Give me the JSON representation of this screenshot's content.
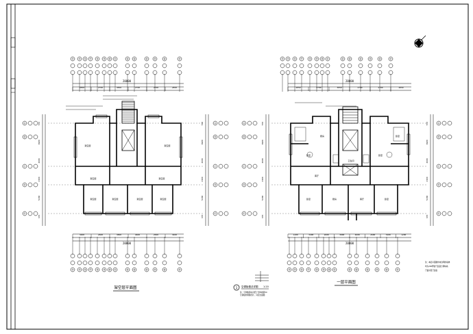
{
  "drawing": {
    "left_plan": {
      "title": "架空层平面图",
      "top_axes": [
        "⑭",
        "⑮",
        "⑯",
        "⑰",
        "⑱",
        "⑲",
        "⑳",
        "㉑",
        "㉒",
        "㉓",
        "㉔",
        "㉕",
        "㉖",
        "㉗"
      ],
      "bottom_axes": [
        "⑭",
        "⑮",
        "⑯",
        "⑰",
        "⑱",
        "⑲",
        "⑳",
        "㉑",
        "㉒",
        "㉓",
        "㉔",
        "㉕",
        "㉖",
        "㉗"
      ],
      "left_axes": [
        "Ⓐ",
        "Ⓑ",
        "Ⓒ",
        "Ⓓ",
        "Ⓔ"
      ],
      "right_axes": [
        "Ⓐ",
        "Ⓑ",
        "Ⓒ",
        "Ⓓ",
        "Ⓔ"
      ],
      "top_total_dim": "20800",
      "top_dims": [
        "2850",
        "2700",
        "3850",
        "2700",
        "2700",
        "2850"
      ],
      "bottom_total_dim": "20800",
      "bottom_dims": [
        "3400",
        "2600",
        "3800",
        "4600",
        "2600",
        "3400"
      ],
      "left_dims": [
        "570",
        "3900",
        "4600",
        "2300",
        "5200",
        "370"
      ],
      "right_dims": [
        "570",
        "3900",
        "4600",
        "2300",
        "5200",
        "370"
      ],
      "rooms": [
        "架空层",
        "架空层",
        "架空层",
        "架空层",
        "架空层",
        "架空层",
        "架空层",
        "架空层"
      ]
    },
    "right_plan": {
      "title": "一层平面图",
      "top_axes": [
        "⑭",
        "⑮",
        "⑯",
        "⑰",
        "⑱",
        "⑲",
        "⑳",
        "㉑",
        "㉒",
        "㉓",
        "㉔",
        "㉕",
        "㉖",
        "㉗"
      ],
      "bottom_axes": [
        "⑭",
        "⑮",
        "⑯",
        "⑰",
        "⑱",
        "⑲",
        "⑳",
        "㉑",
        "㉒",
        "㉓",
        "㉔",
        "㉕",
        "㉖",
        "㉗"
      ],
      "left_axes": [
        "Ⓐ",
        "Ⓑ",
        "Ⓒ",
        "Ⓓ",
        "Ⓔ"
      ],
      "right_axes": [
        "Ⓐ",
        "Ⓑ",
        "Ⓒ",
        "Ⓓ",
        "Ⓔ"
      ],
      "top_total_dim": "20800",
      "top_dims": [
        "2850",
        "2700",
        "3850",
        "2700",
        "2700",
        "2850"
      ],
      "bottom_total_dim": "20800",
      "bottom_dims": [
        "1200",
        "3400",
        "2600",
        "3800",
        "4600",
        "2600",
        "3400",
        "1200"
      ],
      "left_dims": [
        "570",
        "3900",
        "4600",
        "2300",
        "5200",
        "370"
      ],
      "right_dims": [
        "570",
        "3900",
        "4600",
        "2300",
        "5200",
        "370"
      ],
      "rooms": [
        "卧室",
        "厨房",
        "客厅",
        "卧室",
        "卧室",
        "卫生间",
        "卧室",
        "厨房",
        "客厅",
        "卧室"
      ]
    },
    "detail_note": {
      "symbol": "1",
      "title": "空调板做法详图",
      "scale": "1:20",
      "lines": [
        "注：空调板面标高低于室内地面50",
        "空调板外侧做栏杆，详见立面图"
      ]
    },
    "right_notes": [
      "注：本层平面图中未注明的墙体",
      "均为200厚加气混凝土砌块墙",
      "门窗详见门窗表"
    ],
    "north_arrow": "north-arrow-icon",
    "stroke_color": "#000000",
    "background_color": "#ffffff"
  }
}
